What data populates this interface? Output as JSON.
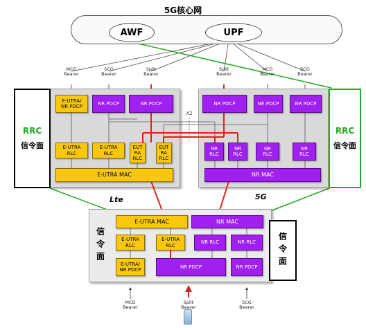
{
  "core": {
    "title": "5G核心网",
    "awf": "AWF",
    "upf": "UPF"
  },
  "lte_node": {
    "bearers": {
      "mcg": "MCG\nBearer",
      "scg": "SCG\nBearer",
      "split": "Split\nBearer"
    },
    "blocks": {
      "eutra_nr_pdcp": "E-UTRA/\nNR PDCP",
      "nr_pdcp_1": "NR PDCP",
      "nr_pdcp_2": "NR PDCP",
      "eutra_rlc_1": "E-UTRA\nRLC",
      "eutra_rlc_2": "E-UTRA\nRLC",
      "eutra_rlc_3": "EUT\nRA\nRLC",
      "eutra_rlc_4": "EUT\nRA\nRLC",
      "eutra_mac": "E-UTRA MAC"
    },
    "logo": "Lte"
  },
  "nr_node": {
    "bearers": {
      "split": "Split\nBearer",
      "mcg": "MCG\nBearer",
      "scg": "SCG\nBearer"
    },
    "blocks": {
      "nr_pdcp_1": "NR PDCP",
      "nr_pdcp_2": "NR PDCP",
      "nr_pdcp_3": "NR PDCP",
      "nr_rlc_1": "NR\nRLC",
      "nr_rlc_2": "NR\nRLC",
      "nr_rlc_3": "NR\nRLC",
      "nr_rlc_4": "NR\nRLC",
      "nr_mac": "NR MAC"
    },
    "logo": "5G"
  },
  "x2_label": "X2",
  "left_rrc": {
    "rrc": "RRC",
    "sig": "信令面"
  },
  "right_rrc": {
    "rrc": "RRC",
    "sig": "信令面"
  },
  "ue": {
    "left_sig": "信令面",
    "right_sig": "信令面",
    "blocks": {
      "eutra_mac": "E-UTRA MAC",
      "nr_mac": "NR MAC",
      "eutra_rlc_1": "E-UTRA\nRLC",
      "eutra_rlc_2": "E-UTRA\nRLC",
      "nr_rlc_1": "NR RLC",
      "nr_rlc_2": "NR RLC",
      "eutra_nr_pdcp": "E-UTRA/\nNR PDCP",
      "nr_pdcp_1": "NR PDCP",
      "nr_pdcp_2": "NR PDCP"
    },
    "bearers": {
      "mcg": "MCG\nBearer",
      "split": "Split\nBearer",
      "scg": "SCG\nBearer"
    }
  },
  "colors": {
    "lte_yellow": "#f9c80e",
    "nr_purple": "#a020f0",
    "split_red": "#e0201a",
    "rrc_green": "#22aa22"
  }
}
